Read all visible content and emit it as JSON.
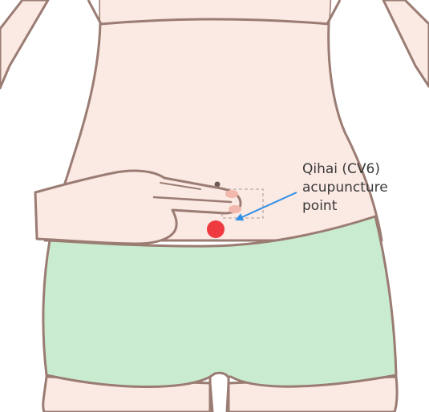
{
  "annotation": {
    "lines": [
      "Qihai (CV6)",
      "acupuncture",
      "point"
    ]
  },
  "colors": {
    "skin": "#fbe9e3",
    "outline": "#9a7c73",
    "shorts": "#c9ecd0",
    "point": "#ef3b3f",
    "arrow": "#2f8fe6",
    "guide_box": "#b8aca8"
  },
  "icons": [
    "acupoint-marker-icon",
    "pointer-arrow-icon"
  ]
}
